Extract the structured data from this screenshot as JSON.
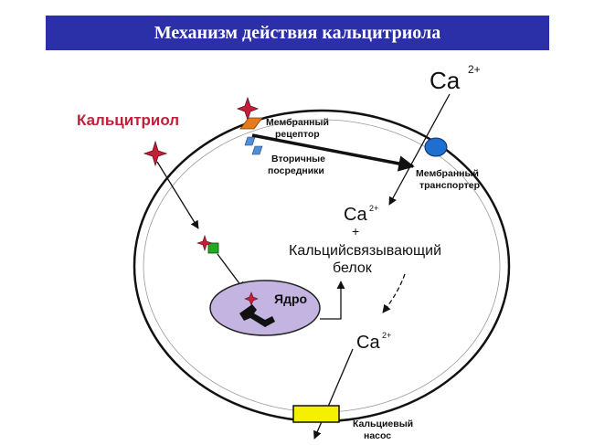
{
  "title": "Механизм действия кальцитриола",
  "labels": {
    "ca_outside": "Ca",
    "ca_outside_sup": "2+",
    "calcitriol": "Кальцитриол",
    "membrane_receptor_1": "Мембранный",
    "membrane_receptor_2": "рецептор",
    "second_messengers_1": "Вторичные",
    "second_messengers_2": "посредники",
    "membrane_transporter_1": "Мембранный",
    "membrane_transporter_2": "транспортер",
    "ca_inside": "Ca",
    "ca_inside_sup": "2+",
    "plus": "+",
    "binding_protein_1": "Кальцийсвязывающий",
    "binding_protein_2": "белок",
    "nucleus": "Ядро",
    "ca_lower": "Ca",
    "ca_lower_sup": "2+",
    "calcium_pump_1": "Кальциевый",
    "calcium_pump_2": "насос"
  },
  "colors": {
    "banner": "#2c30a8",
    "calcitriol_text": "#c0203a",
    "star": "#c0203a",
    "receptor": "#e87a1e",
    "messenger": "#4f8fd8",
    "transporter": "#1e6fd0",
    "green_square": "#22aa22",
    "nucleus_fill": "#c4b4e2",
    "pump": "#f5f000"
  }
}
